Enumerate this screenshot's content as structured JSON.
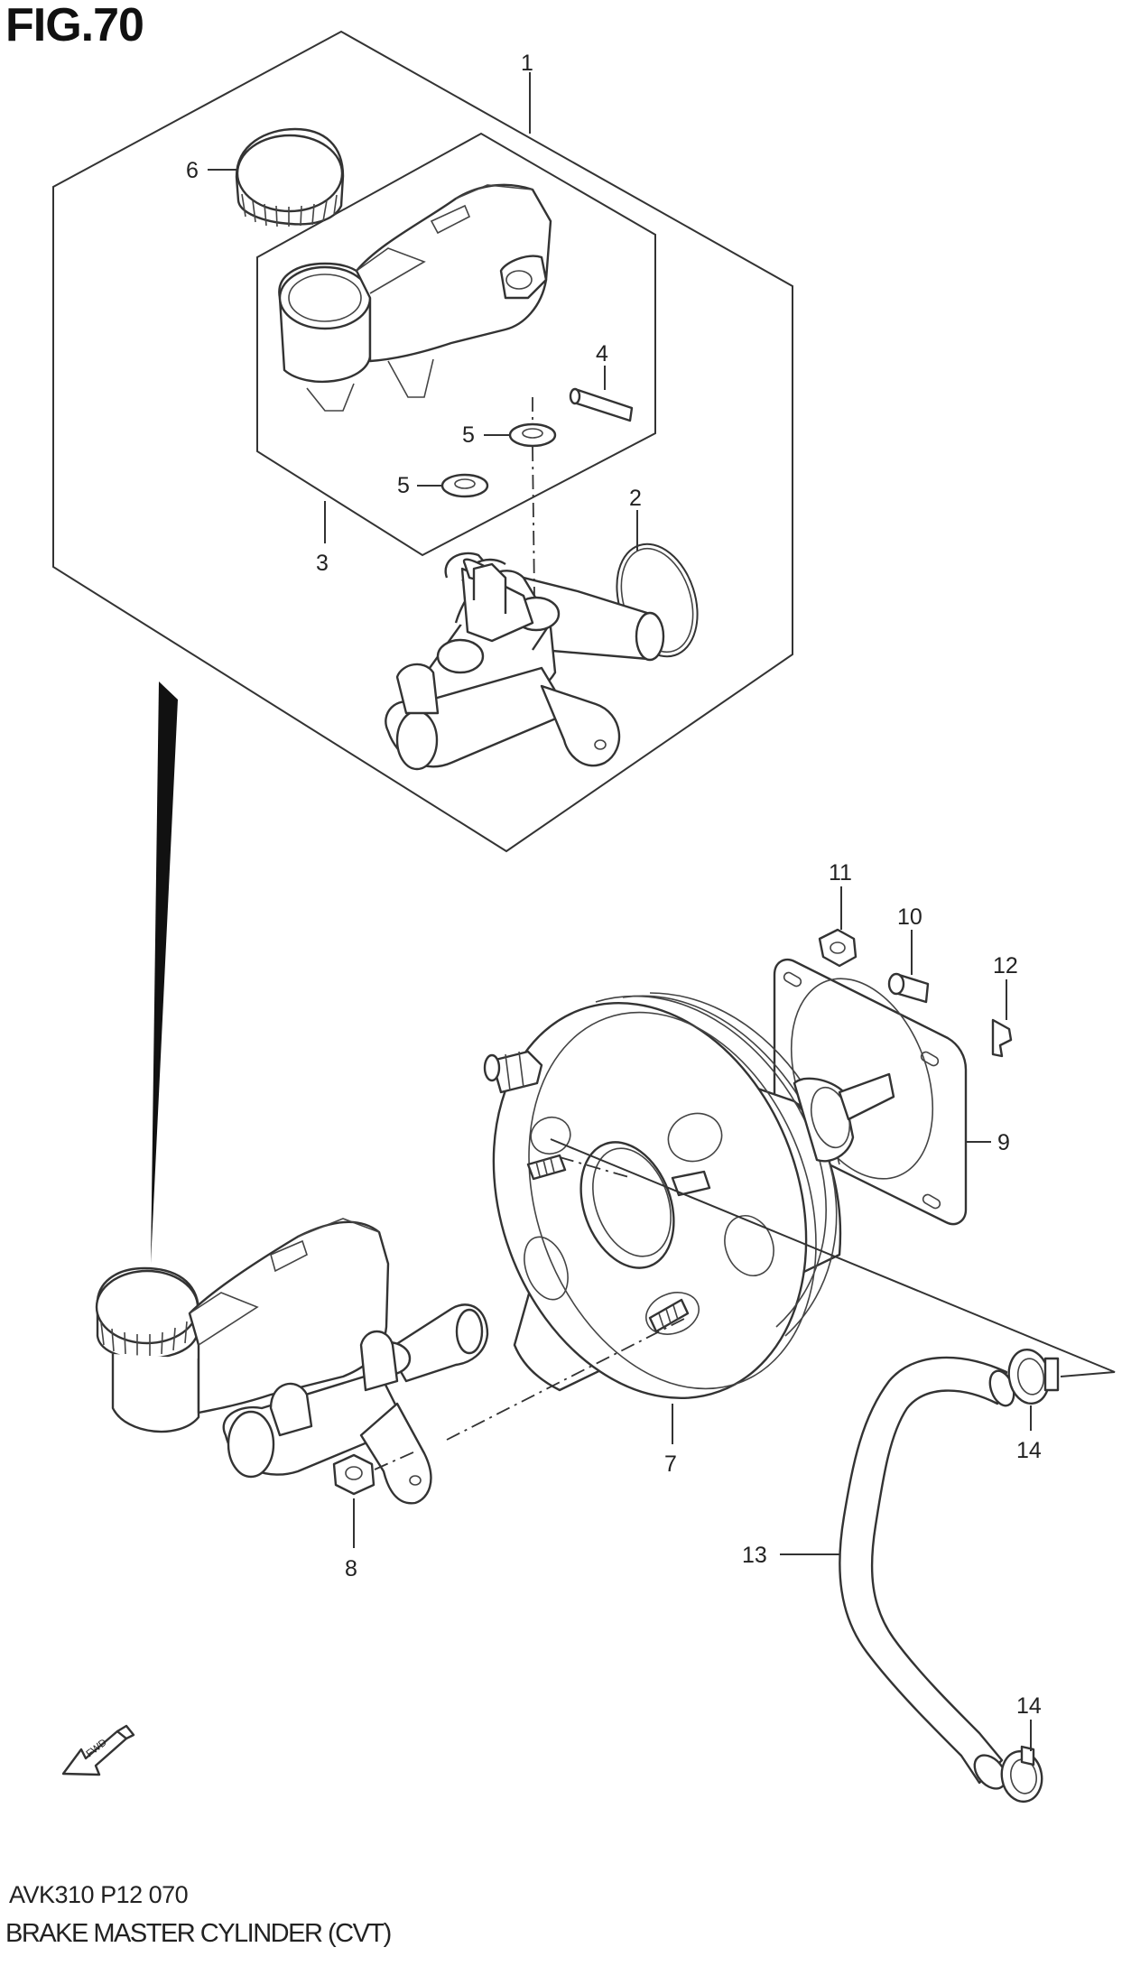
{
  "figure": {
    "title": "FIG.70",
    "code": "AVK310 P12 070",
    "name": "BRAKE MASTER CYLINDER (CVT)",
    "fwd_arrow_text": "FWD"
  },
  "callouts": [
    {
      "id": "callout-1",
      "label": "1"
    },
    {
      "id": "callout-2",
      "label": "2"
    },
    {
      "id": "callout-3",
      "label": "3"
    },
    {
      "id": "callout-4",
      "label": "4"
    },
    {
      "id": "callout-5a",
      "label": "5"
    },
    {
      "id": "callout-5b",
      "label": "5"
    },
    {
      "id": "callout-6",
      "label": "6"
    },
    {
      "id": "callout-7",
      "label": "7"
    },
    {
      "id": "callout-8",
      "label": "8"
    },
    {
      "id": "callout-9",
      "label": "9"
    },
    {
      "id": "callout-10",
      "label": "10"
    },
    {
      "id": "callout-11",
      "label": "11"
    },
    {
      "id": "callout-12",
      "label": "12"
    },
    {
      "id": "callout-13",
      "label": "13"
    },
    {
      "id": "callout-14a",
      "label": "14"
    },
    {
      "id": "callout-14b",
      "label": "14"
    }
  ]
}
